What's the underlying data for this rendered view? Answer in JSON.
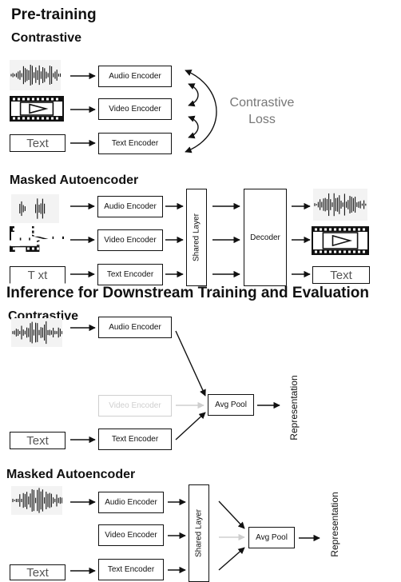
{
  "pretraining": {
    "title": "Pre-training",
    "contrastive": {
      "title": "Contrastive",
      "audio_encoder": "Audio Encoder",
      "video_encoder": "Video Encoder",
      "text_encoder": "Text Encoder",
      "text_input": "Text",
      "loss_line1": "Contrastive",
      "loss_line2": "Loss"
    },
    "mae": {
      "title": "Masked Autoencoder",
      "audio_encoder": "Audio Encoder",
      "video_encoder": "Video Encoder",
      "text_encoder": "Text Encoder",
      "shared_layer": "Shared Layer",
      "decoder": "Decoder",
      "text_input_masked": "T  xt",
      "text_output": "Text"
    }
  },
  "inference": {
    "title": "Inference for Downstream Training and Evaluation",
    "contrastive": {
      "title": "Contrastive",
      "audio_encoder": "Audio Encoder",
      "video_encoder": "Video Encoder",
      "text_encoder": "Text Encoder",
      "avg_pool": "Avg Pool",
      "representation": "Representation",
      "text_input": "Text"
    },
    "mae": {
      "title": "Masked Autoencoder",
      "audio_encoder": "Audio Encoder",
      "video_encoder": "Video Encoder",
      "text_encoder": "Text Encoder",
      "shared_layer": "Shared Layer",
      "avg_pool": "Avg Pool",
      "representation": "Representation",
      "text_input": "Text"
    }
  },
  "colors": {
    "stroke": "#111111",
    "faded": "#cfcfcf",
    "loss_text": "#777777"
  }
}
